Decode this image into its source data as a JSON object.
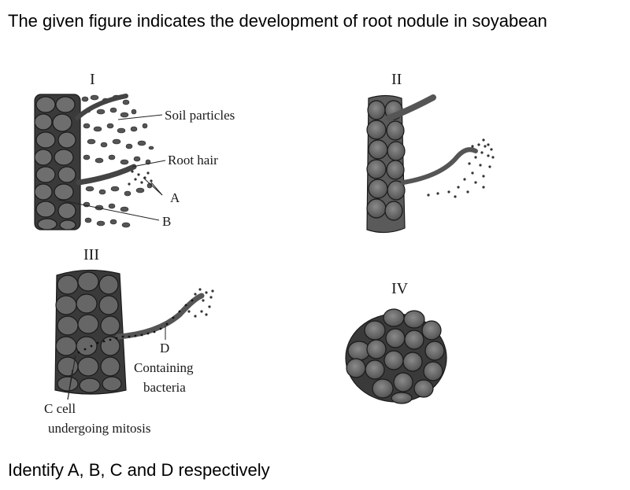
{
  "question": {
    "text": "The given figure indicates the development of root nodule in soyabean"
  },
  "figure": {
    "panels": [
      {
        "numeral": "I",
        "labels": [
          "Soil particles",
          "Root hair",
          "A",
          "B"
        ]
      },
      {
        "numeral": "II",
        "labels": []
      },
      {
        "numeral": "III",
        "labels": [
          "D",
          "Containing",
          "bacteria",
          "C cell",
          "undergoing mitosis"
        ]
      },
      {
        "numeral": "IV",
        "labels": []
      }
    ]
  },
  "prompt": {
    "text": "Identify A, B, C and D respectively"
  }
}
